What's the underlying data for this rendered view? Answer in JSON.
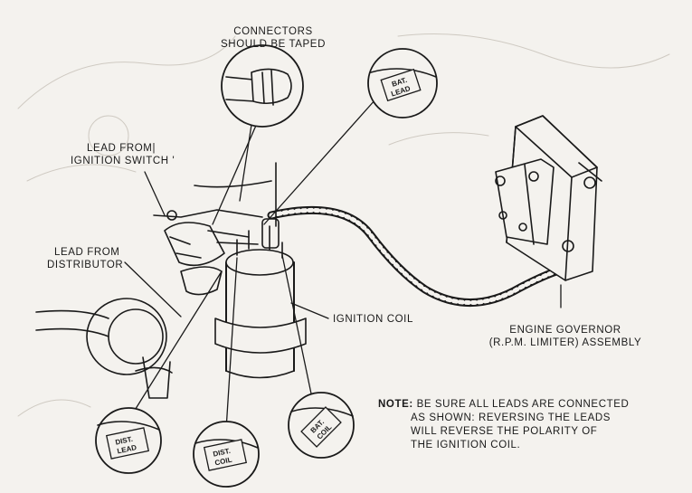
{
  "labels": {
    "connectors_line1": "CONNECTORS",
    "connectors_line2": "SHOULD BE TAPED",
    "lead_ign_line1": "LEAD FROM|",
    "lead_ign_line2": "IGNITION SWITCH '",
    "lead_dist_line1": "LEAD FROM",
    "lead_dist_line2": "DISTRIBUTOR",
    "ignition_coil": "IGNITION COIL",
    "governor_line1": "ENGINE GOVERNOR",
    "governor_line2": "(R.P.M. LIMITER) ASSEMBLY"
  },
  "note": {
    "prefix": "NOTE:",
    "line1": "BE SURE ALL LEADS ARE CONNECTED",
    "line2": "AS SHOWN: REVERSING THE LEADS",
    "line3": "WILL REVERSE THE POLARITY OF",
    "line4": "THE IGNITION COIL."
  },
  "tags": {
    "bat_lead_top": "BAT.",
    "bat_lead_bottom": "LEAD",
    "dist_lead_top": "DIST.",
    "dist_lead_bottom": "LEAD",
    "dist_coil_top": "DIST.",
    "dist_coil_bottom": "COIL",
    "bat_coil_top": "BAT.",
    "bat_coil_bottom": "COIL"
  },
  "colors": {
    "ink": "#1a1a1a",
    "paper": "#f4f2ee"
  }
}
